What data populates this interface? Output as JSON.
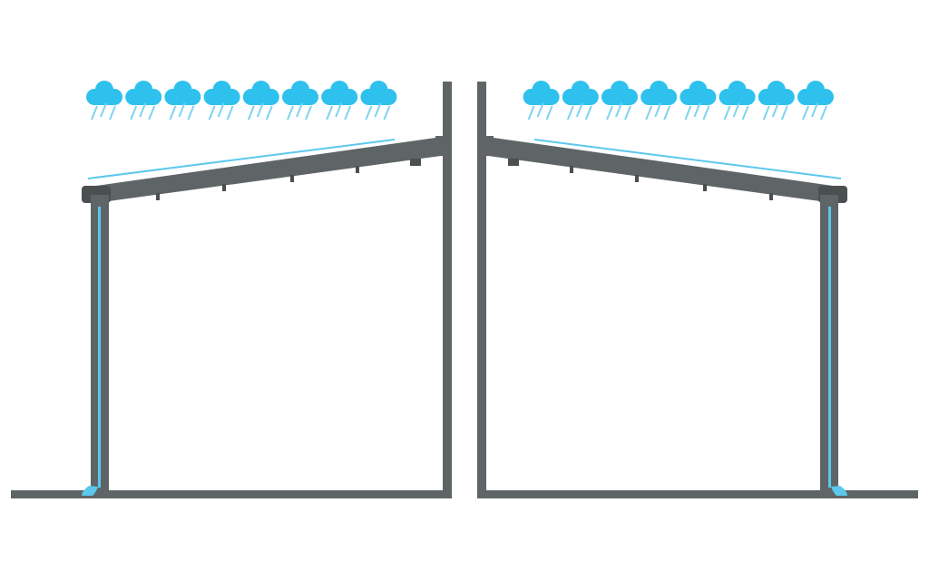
{
  "colors": {
    "structure": "#5f6566",
    "structure_dark": "#4a4f50",
    "water": "#5bc8ec",
    "cloud": "#2ec1ee",
    "rain": "#7fd3f0",
    "background": "#ffffff"
  },
  "diagram": {
    "panels": [
      {
        "name": "left-lean-to-pergola",
        "orientation": "wall-on-right",
        "cloud_count": 8
      },
      {
        "name": "right-lean-to-pergola",
        "orientation": "wall-on-left",
        "cloud_count": 8
      }
    ]
  }
}
